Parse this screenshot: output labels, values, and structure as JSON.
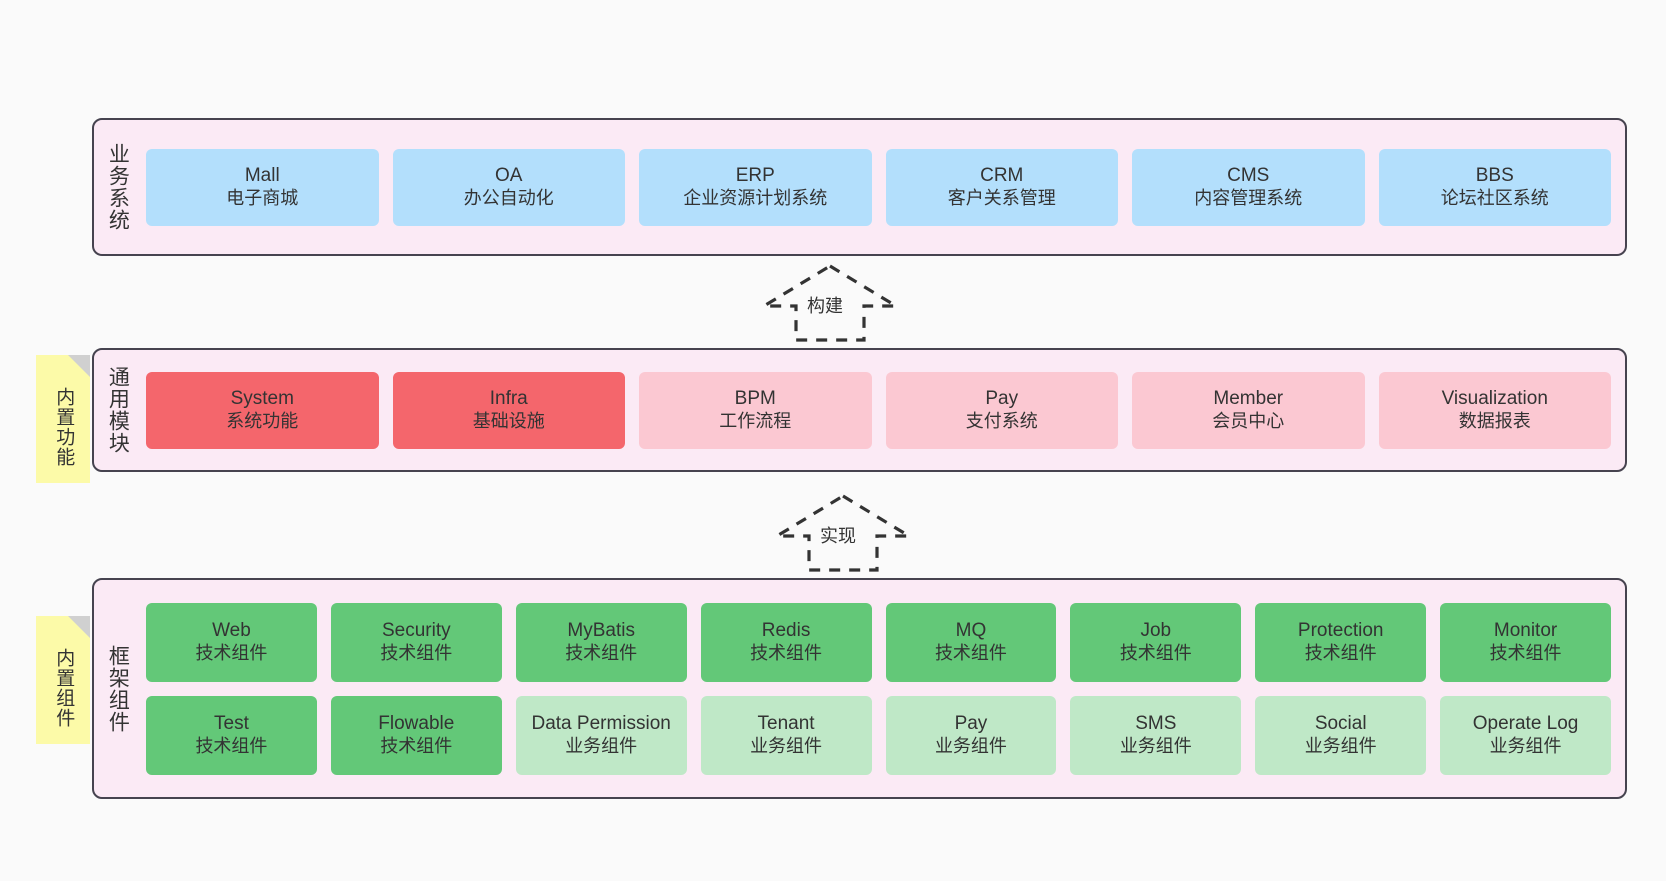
{
  "diagram": {
    "title_layers": [
      "业务系统",
      "通用模块",
      "框架组件"
    ],
    "accent_colors": {
      "layer_bg": "#fbeaf5",
      "layer_border": "#46434f",
      "blue": "#b3dffc",
      "red": "#f4666c",
      "pink": "#fbc8d2",
      "green": "#63c878",
      "light_green": "#bfe8c7",
      "note": "#fcfaa8",
      "page_bg": "#fafafa"
    }
  },
  "business_layer": {
    "title": "业务系统",
    "cards": [
      {
        "en": "Mall",
        "cn": "电子商城",
        "tone": "blue"
      },
      {
        "en": "OA",
        "cn": "办公自动化",
        "tone": "blue"
      },
      {
        "en": "ERP",
        "cn": "企业资源计划系统",
        "tone": "blue"
      },
      {
        "en": "CRM",
        "cn": "客户关系管理",
        "tone": "blue"
      },
      {
        "en": "CMS",
        "cn": "内容管理系统",
        "tone": "blue"
      },
      {
        "en": "BBS",
        "cn": "论坛社区系统",
        "tone": "blue"
      }
    ]
  },
  "arrow_build": {
    "label": "构建"
  },
  "common_layer": {
    "title": "通用模块",
    "note": "内置功能",
    "cards": [
      {
        "en": "System",
        "cn": "系统功能",
        "tone": "red"
      },
      {
        "en": "Infra",
        "cn": "基础设施",
        "tone": "red"
      },
      {
        "en": "BPM",
        "cn": "工作流程",
        "tone": "pink"
      },
      {
        "en": "Pay",
        "cn": "支付系统",
        "tone": "pink"
      },
      {
        "en": "Member",
        "cn": "会员中心",
        "tone": "pink"
      },
      {
        "en": "Visualization",
        "cn": "数据报表",
        "tone": "pink"
      }
    ]
  },
  "arrow_impl": {
    "label": "实现"
  },
  "framework_layer": {
    "title": "框架组件",
    "note": "内置组件",
    "row_top": [
      {
        "en": "Web",
        "cn": "技术组件",
        "tone": "green"
      },
      {
        "en": "Security",
        "cn": "技术组件",
        "tone": "green"
      },
      {
        "en": "MyBatis",
        "cn": "技术组件",
        "tone": "green"
      },
      {
        "en": "Redis",
        "cn": "技术组件",
        "tone": "green"
      },
      {
        "en": "MQ",
        "cn": "技术组件",
        "tone": "green"
      },
      {
        "en": "Job",
        "cn": "技术组件",
        "tone": "green"
      },
      {
        "en": "Protection",
        "cn": "技术组件",
        "tone": "green"
      },
      {
        "en": "Monitor",
        "cn": "技术组件",
        "tone": "green"
      }
    ],
    "row_bottom": [
      {
        "en": "Test",
        "cn": "技术组件",
        "tone": "green"
      },
      {
        "en": "Flowable",
        "cn": "技术组件",
        "tone": "green"
      },
      {
        "en": "Data Permission",
        "cn": "业务组件",
        "tone": "light_green"
      },
      {
        "en": "Tenant",
        "cn": "业务组件",
        "tone": "light_green"
      },
      {
        "en": "Pay",
        "cn": "业务组件",
        "tone": "light_green"
      },
      {
        "en": "SMS",
        "cn": "业务组件",
        "tone": "light_green"
      },
      {
        "en": "Social",
        "cn": "业务组件",
        "tone": "light_green"
      },
      {
        "en": "Operate Log",
        "cn": "业务组件",
        "tone": "light_green"
      }
    ]
  }
}
